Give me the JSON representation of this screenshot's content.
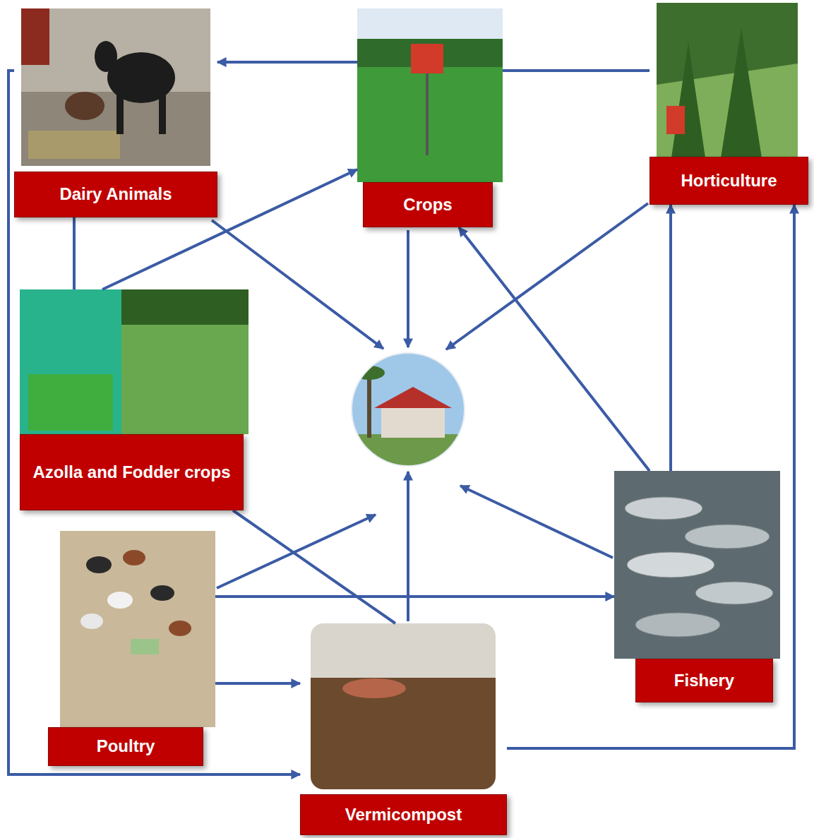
{
  "diagram": {
    "nodes": [
      {
        "text": [
          "Dairy Animals"
        ]
      },
      {
        "text": [
          "Crops"
        ]
      },
      {
        "text": [
          "Horticulture"
        ]
      },
      {
        "text": [
          "Azolla and Fodder crops"
        ]
      },
      {
        "text": [
          "Fishery"
        ]
      },
      {
        "text": [
          "Poultry"
        ]
      },
      {
        "text": [
          "Vermicompost"
        ]
      }
    ],
    "edges": [
      {
        "from": 1,
        "to": 0,
        "arrow": "to"
      },
      {
        "from": 1,
        "to": 2,
        "arrow": "none"
      },
      {
        "from": 3,
        "to": 1,
        "arrow": "to"
      },
      {
        "from": 0,
        "to": 3,
        "arrow": "none"
      },
      {
        "from": 0,
        "to": 6,
        "arrow": "to"
      },
      {
        "from": 5,
        "to": 4,
        "arrow": "to"
      },
      {
        "from": 5,
        "to": 6,
        "arrow": "to"
      },
      {
        "from": 3,
        "to": 6,
        "arrow": "none"
      },
      {
        "from": 4,
        "to": 1,
        "arrow": "to"
      },
      {
        "from": 4,
        "to": 2,
        "arrow": "to"
      },
      {
        "from": 6,
        "to": 2,
        "arrow": "to"
      }
    ]
  }
}
